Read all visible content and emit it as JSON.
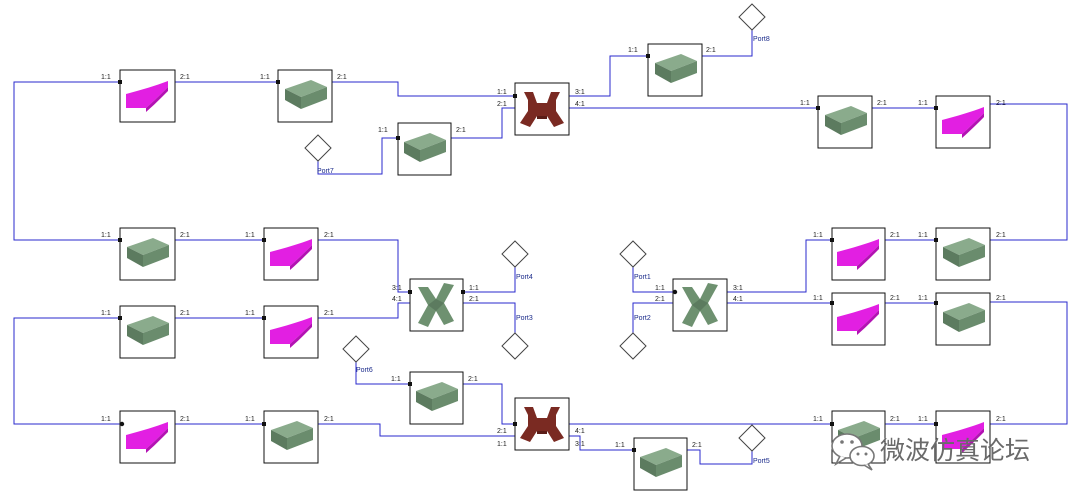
{
  "colors": {
    "wire": "#2a2acc",
    "box_border": "#111111",
    "box_fill": "#ffffff",
    "block_top": "#8aab8c",
    "block_front": "#6a8c6d",
    "block_side": "#5c7b5f",
    "bend_fill": "#e21fe2",
    "bend_shade": "#b312b3",
    "coupler_fill": "#7a2a22",
    "coupler_shade": "#5b1d17",
    "crossover_fill": "#6e9170",
    "port_stroke": "#444444",
    "watermark": "#6a6a6a"
  },
  "pin_labels": {
    "p11": "1:1",
    "p21": "2:1",
    "p31": "3:1",
    "p41": "4:1"
  },
  "ports": [
    {
      "id": "port8",
      "label": "Port8"
    },
    {
      "id": "port7",
      "label": "Port7"
    },
    {
      "id": "port4",
      "label": "Port4"
    },
    {
      "id": "port3",
      "label": "Port3"
    },
    {
      "id": "port1",
      "label": "Port1"
    },
    {
      "id": "port2",
      "label": "Port2"
    },
    {
      "id": "port6",
      "label": "Port6"
    },
    {
      "id": "port5",
      "label": "Port5"
    }
  ],
  "watermark": {
    "text": "微波仿真论坛",
    "icon": "wechat-icon"
  }
}
